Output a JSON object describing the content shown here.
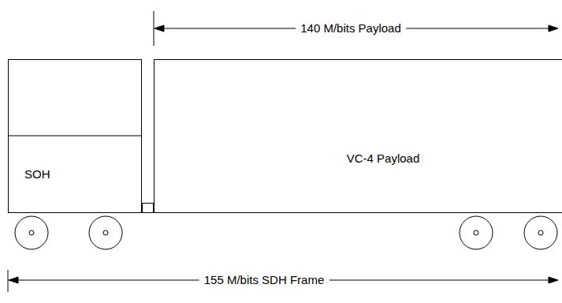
{
  "diagram": {
    "nodes": [
      {
        "text": [
          "SOH"
        ]
      },
      {
        "text": [
          "VC-4 Payload"
        ]
      }
    ],
    "labels": [
      "140 M/bits Payload",
      "155 M/bits SDH Frame"
    ]
  }
}
